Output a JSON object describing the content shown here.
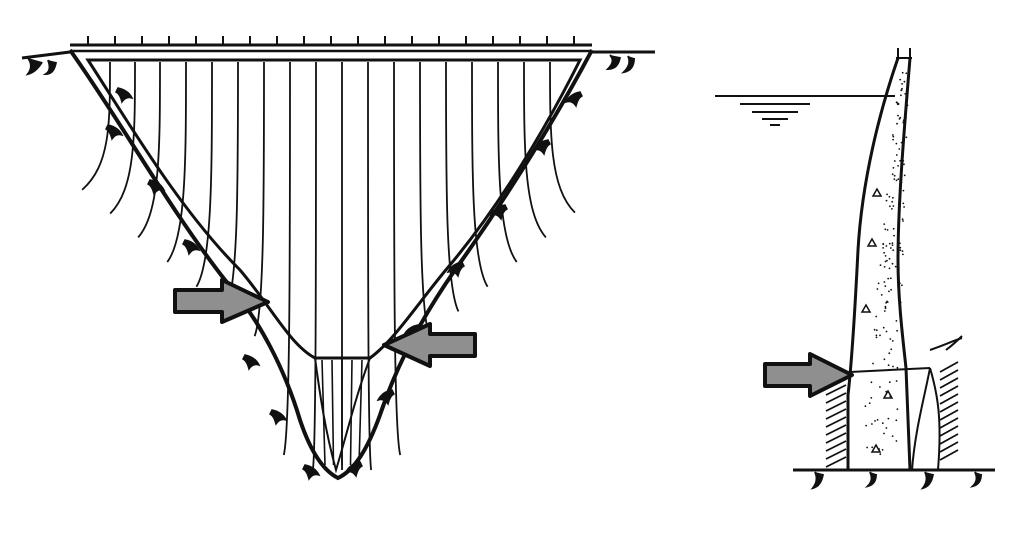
{
  "figure": {
    "panels": [
      {
        "name": "dam-front-elevation",
        "arrow_count": 2
      },
      {
        "name": "dam-cross-section",
        "arrow_count": 1
      }
    ],
    "colors": {
      "ink": "#111111",
      "arrow_fill": "#8f8f8f",
      "background": "#ffffff"
    }
  }
}
